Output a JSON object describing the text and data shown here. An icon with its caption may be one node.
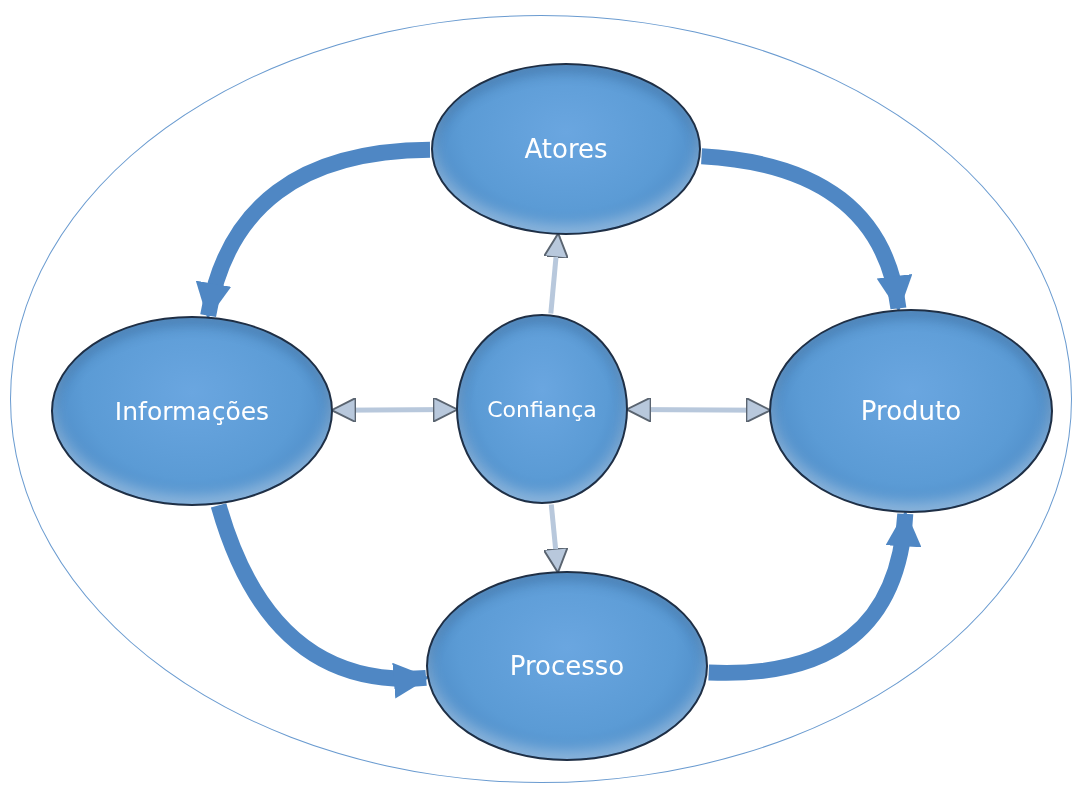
{
  "diagram": {
    "nodes": [
      {
        "text": [],
        "shape": "circle"
      },
      {
        "text": [
          "Atores"
        ],
        "in": 0
      },
      {
        "text": [
          "Informações"
        ],
        "in": 0
      },
      {
        "text": [
          "Confiança"
        ],
        "in": 0
      },
      {
        "text": [
          "Produto"
        ],
        "in": 0
      },
      {
        "text": [
          "Processo"
        ],
        "in": 0
      }
    ],
    "edges": [
      {
        "from": 3,
        "to": 1,
        "arrow": "to"
      },
      {
        "from": 3,
        "to": 2,
        "arrow": "both"
      },
      {
        "from": 3,
        "to": 4,
        "arrow": "both"
      },
      {
        "from": 3,
        "to": 5,
        "arrow": "to"
      },
      {
        "from": 1,
        "to": 2,
        "arrow": "to",
        "style": "thick",
        "color": "#4f87c4"
      },
      {
        "from": 1,
        "to": 4,
        "arrow": "to",
        "style": "thick",
        "color": "#4f87c4"
      },
      {
        "from": 2,
        "to": 5,
        "arrow": "to",
        "style": "thick",
        "color": "#4f87c4"
      },
      {
        "from": 5,
        "to": 4,
        "arrow": "to",
        "style": "thick",
        "color": "#4f87c4"
      }
    ]
  }
}
